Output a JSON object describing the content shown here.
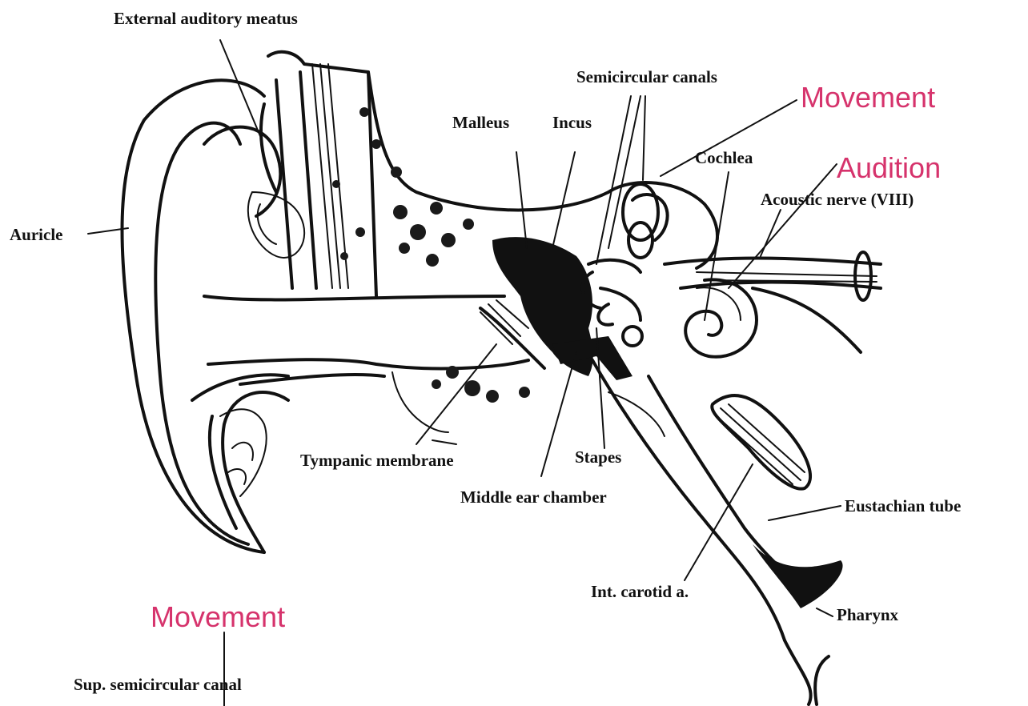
{
  "labels": {
    "external_auditory_meatus": "External auditory meatus",
    "semicircular_canals": "Semicircular canals",
    "malleus": "Malleus",
    "incus": "Incus",
    "cochlea": "Cochlea",
    "acoustic_nerve": "Acoustic nerve (VIII)",
    "auricle": "Auricle",
    "tympanic_membrane": "Tympanic membrane",
    "stapes": "Stapes",
    "middle_ear_chamber": "Middle ear chamber",
    "eustachian_tube": "Eustachian tube",
    "int_carotid": "Int. carotid a.",
    "pharynx": "Pharynx",
    "sup_semicircular_canal": "Sup. semicircular canal"
  },
  "annotations": {
    "movement_top": "Movement",
    "audition": "Audition",
    "movement_bottom": "Movement",
    "color": "#d6336c"
  },
  "colors": {
    "ink": "#111111",
    "background": "#ffffff"
  }
}
